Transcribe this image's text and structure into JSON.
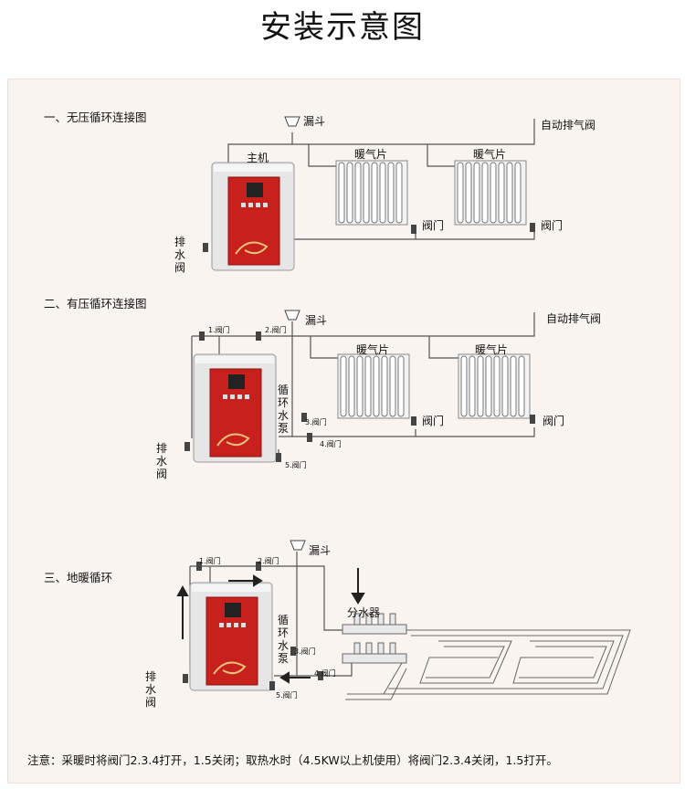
{
  "title": "安装示意图",
  "sections": [
    {
      "heading": "一、无压循环连接图"
    },
    {
      "heading": "二、有压循环连接图"
    },
    {
      "heading": "三、地暖循环"
    }
  ],
  "labels": {
    "funnel": "漏斗",
    "auto_vent": "自动排气阀",
    "host": "主机",
    "radiator": "暖气片",
    "valve": "阀门",
    "drain": "排水阀",
    "pump": "循环水泵",
    "manifold": "分水器",
    "valve1": "1.阀门",
    "valve2": "2.阀门",
    "valve3": "3.阀门",
    "valve4": "4.阀门",
    "valve5": "5.阀门"
  },
  "note": "注意：采暖时将阀门2.3.4打开，1.5关闭；取热水时（4.5KW以上机使用）将阀门2.3.4关闭，1.5打开。",
  "colors": {
    "boiler_panel": "#c8201c",
    "boiler_body": "#e4e4e4",
    "pipe": "#555555",
    "background": "#faf4f1"
  }
}
